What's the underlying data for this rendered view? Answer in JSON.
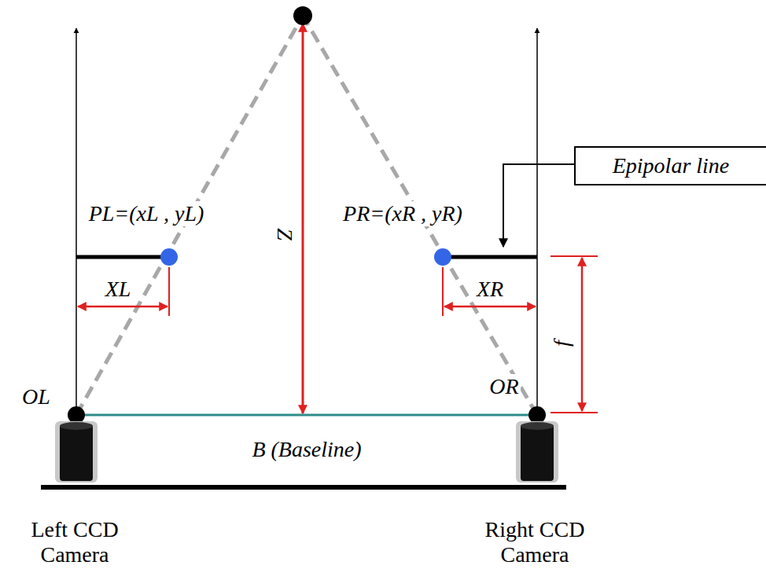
{
  "diagram": {
    "nodes": [
      {
        "text": [
          "Epipolar line"
        ]
      }
    ],
    "labels": [
      "PL=(xL , yL)",
      "XL",
      "Z",
      "PR=(xR , yR)",
      "XR",
      "f",
      "OL",
      "OR",
      "B (Baseline)",
      "Left CCD Camera",
      "Right CCD Camera"
    ]
  }
}
